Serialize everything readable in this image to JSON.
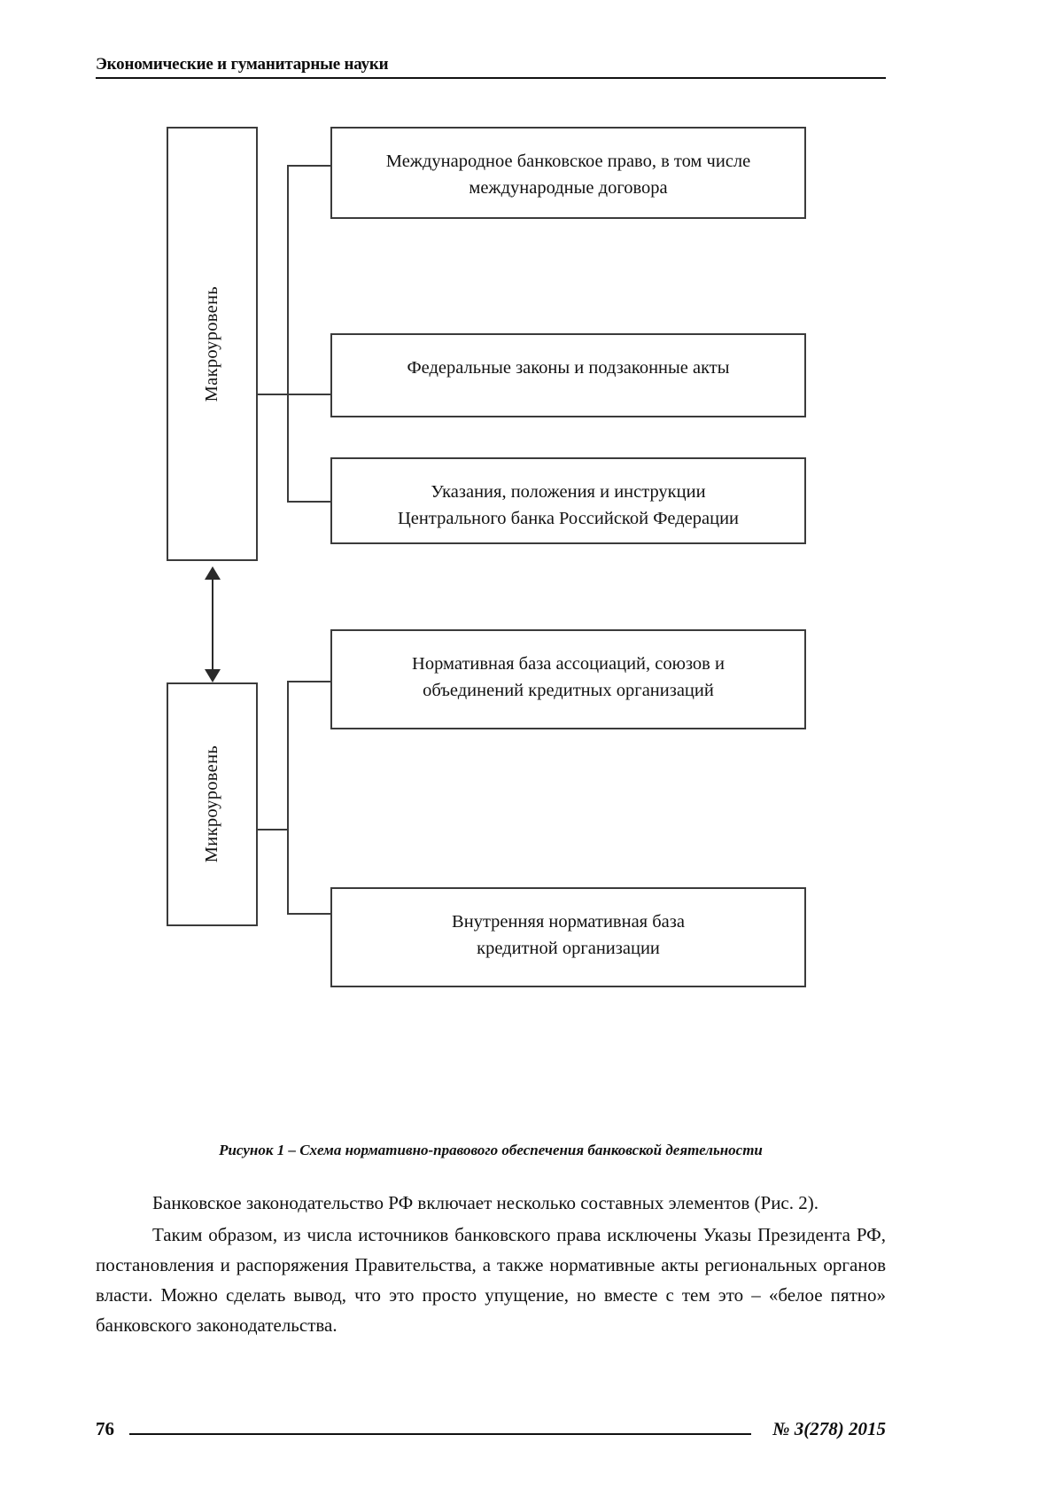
{
  "header": {
    "running_title": "Экономические и гуманитарные науки"
  },
  "figure": {
    "caption": "Рисунок 1 – Схема нормативно-правового обеспечения банковской деятельности",
    "levels": [
      {
        "id": "macro",
        "label": "Макроуровень"
      },
      {
        "id": "micro",
        "label": "Микроуровень"
      }
    ],
    "nodes": [
      {
        "id": "node-1",
        "level": "macro",
        "text": "Международное банковское право, в том числе\nмеждународные договора"
      },
      {
        "id": "node-2",
        "level": "macro",
        "text": "Федеральные законы и подзаконные акты"
      },
      {
        "id": "node-3",
        "level": "macro",
        "text": "Указания, положения и инструкции\nЦентрального банка Российской Федерации"
      },
      {
        "id": "node-4",
        "level": "micro",
        "text": "Нормативная база ассоциаций, союзов и\nобъединений кредитных организаций"
      },
      {
        "id": "node-5",
        "level": "micro",
        "text": "Внутренняя нормативная база\nкредитной организации"
      }
    ],
    "connector_arrow": "double-headed-vertical-arrow"
  },
  "body": {
    "paragraphs": [
      "Банковское законодательство РФ включает несколько составных элементов (Рис. 2).",
      "Таким образом, из числа источников банковского права исключены Указы Президента РФ, постановления и распоряжения Правительства, а также нормативные акты региональных органов власти. Можно сделать вывод, что это просто упущение, но вместе с тем это – «белое пятно» банковского законодательства."
    ]
  },
  "footer": {
    "page_number": "76",
    "issue": "№ 3(278) 2015"
  },
  "colors": {
    "text": "#111111",
    "rule": "#111111",
    "box_border": "#3b3b3b",
    "page_background": "#ffffff"
  }
}
